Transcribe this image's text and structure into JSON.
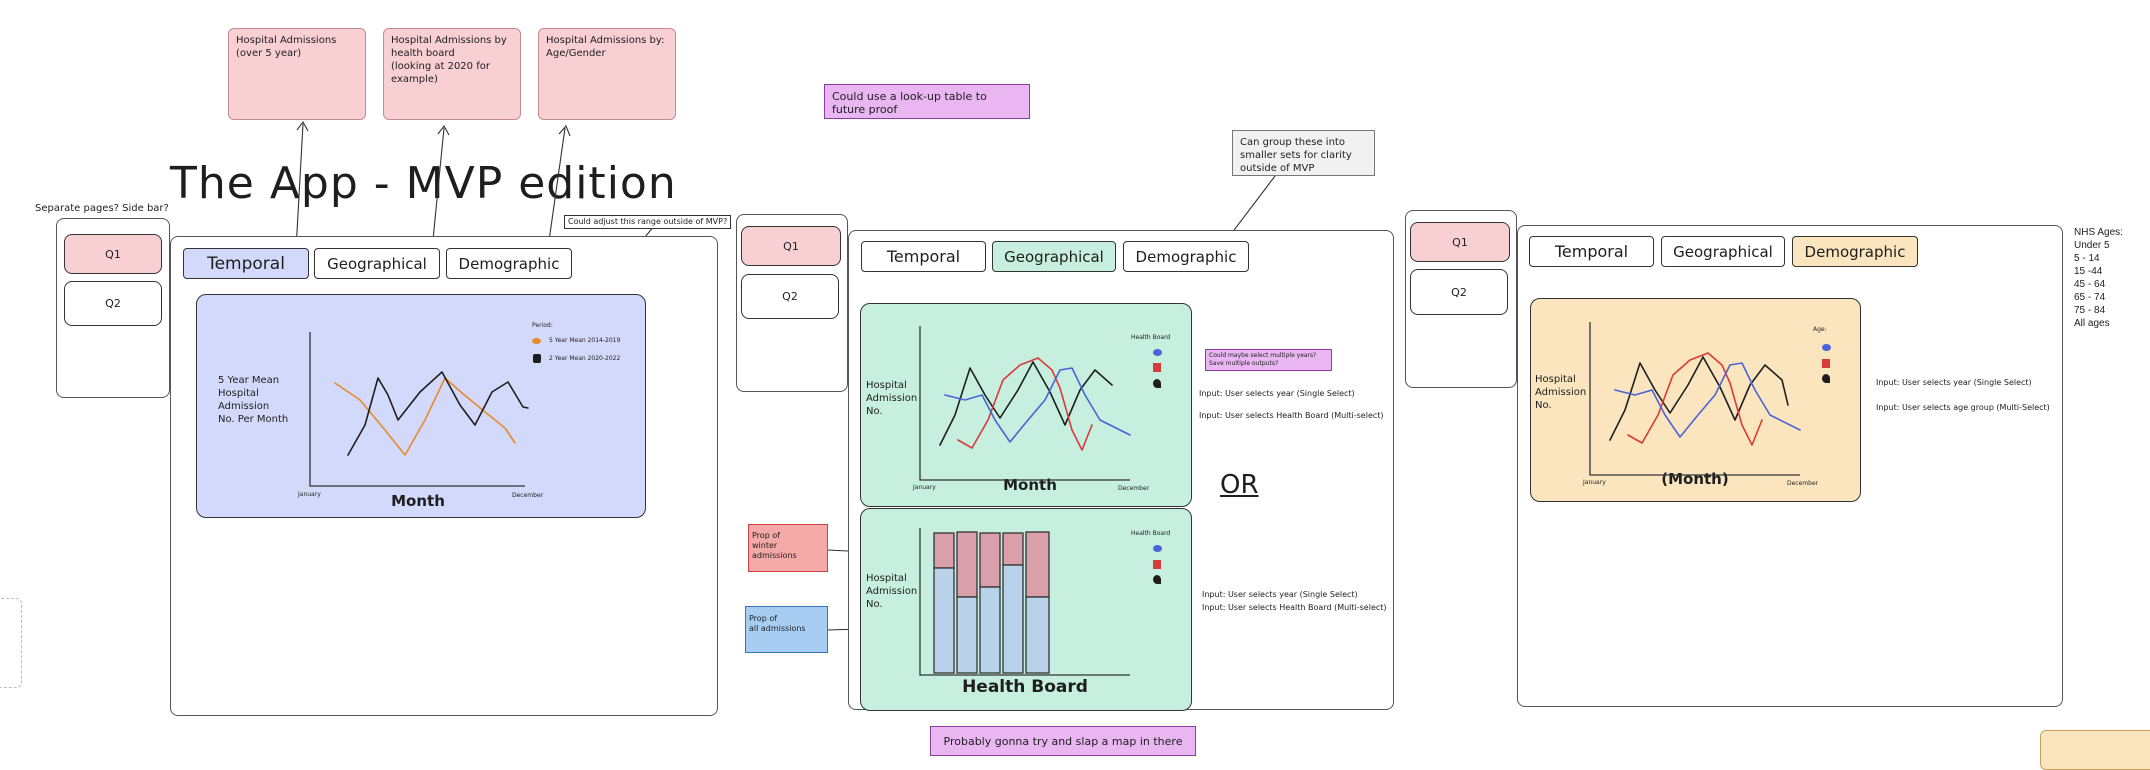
{
  "title": "The App - MVP edition",
  "top_notes": {
    "admissions_5yr": "Hospital Admissions\n(over 5 year)",
    "admissions_hb": "Hospital Admissions by\nhealth board\n(looking at 2020 for\nexample)",
    "admissions_age": "Hospital Admissions by:\nAge/Gender",
    "lookup": "Could use a look-up table to\nfuture proof",
    "group_sets": "Can group these into\nsmaller sets for clarity\noutside of MVP",
    "map": "Probably gonna try and slap a map in there"
  },
  "sidebar_question": "Separate pages? Side bar?",
  "range_note": "Could adjust this range outside of MVP?",
  "or_label": "OR",
  "multi_years_note": "Could maybe select multiple years?\nSave multiple outputs?",
  "sidebar": {
    "q1": "Q1",
    "q2": "Q2"
  },
  "tabs": {
    "temporal": "Temporal",
    "geographical": "Geographical",
    "demographic": "Demographic"
  },
  "temporal_chart": {
    "ylabel": "5 Year Mean\nHospital\nAdmission\nNo. Per Month",
    "xlabel": "Month",
    "x_start": "January",
    "x_end": "December",
    "legend_title": "Period:",
    "legend_items": [
      "5 Year Mean 2014-2019",
      "2 Year Mean 2020-2022"
    ],
    "colors": {
      "series1": "#e8892a",
      "series2": "#1e1e1e"
    }
  },
  "geo_line_chart": {
    "ylabel": "Hospital\nAdmission\nNo.",
    "xlabel": "Month",
    "x_start": "January",
    "x_end": "December",
    "legend_title": "Health Board",
    "colors": {
      "blue": "#4a63d8",
      "red": "#d93b3b",
      "black": "#1e1e1e"
    }
  },
  "geo_bar_chart": {
    "ylabel": "Hospital\nAdmission\nNo.",
    "xlabel": "Health Board",
    "legend_title": "Health Board",
    "colors": {
      "winter": "#d9a0ac",
      "all": "#b8d2ea"
    }
  },
  "prop_notes": {
    "winter": "Prop of\nwinter admissions",
    "all": "Prop of\nall admissions"
  },
  "geo_inputs": {
    "line_year": "Input: User selects year (Single Select)",
    "line_hb": "Input: User selects Health Board (Multi-select)",
    "bar_year": "Input: User selects year (Single Select)",
    "bar_hb": "Input: User selects Health Board (Multi-select)"
  },
  "demo_chart": {
    "ylabel": "Hospital\nAdmission\nNo.",
    "xlabel": "(Month)",
    "x_start": "January",
    "x_end": "December",
    "legend_title": "Age:"
  },
  "demo_inputs": {
    "year": "Input: User selects year (Single Select)",
    "age": "Input: User selects age group (Multi-Select)"
  },
  "nhs_ages": {
    "title": "NHS Ages:",
    "items": [
      "Under 5",
      "5 - 14",
      "15 -44",
      "45 - 64",
      "65 - 74",
      "75 - 84",
      "All ages"
    ]
  }
}
